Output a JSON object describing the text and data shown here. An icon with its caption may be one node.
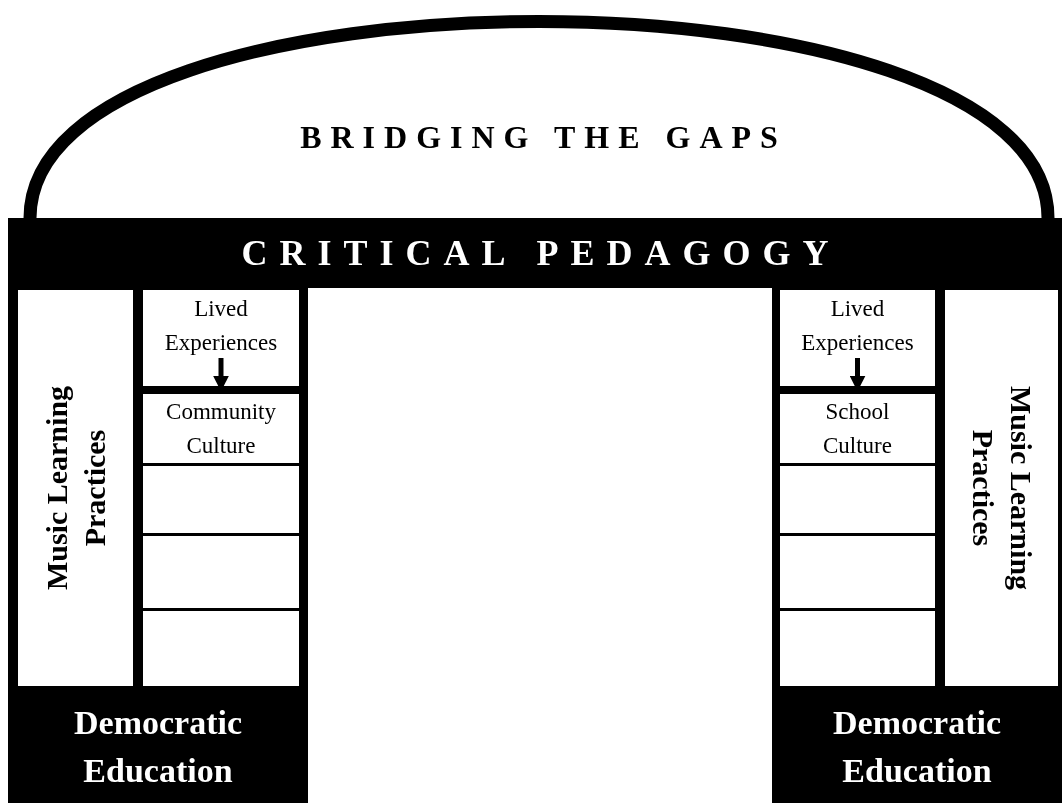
{
  "diagram": {
    "nodes": [
      {
        "text": [
          "BRIDGING THE GAPS"
        ]
      },
      {
        "text": [
          "CRITICAL PEDAGOGY"
        ]
      },
      {
        "text": [
          "Music Learning Practices"
        ]
      },
      {
        "text": [
          "Lived Experiences"
        ]
      },
      {
        "text": [
          "Community Culture"
        ]
      },
      {
        "text": [],
        "shape": "box"
      },
      {
        "text": [],
        "shape": "box"
      },
      {
        "text": [],
        "shape": "box"
      },
      {
        "text": [
          "Democratic Education"
        ]
      },
      {
        "text": [
          "Lived Experiences"
        ]
      },
      {
        "text": [
          "School Culture"
        ]
      },
      {
        "text": [],
        "shape": "box"
      },
      {
        "text": [],
        "shape": "box"
      },
      {
        "text": [],
        "shape": "box"
      },
      {
        "text": [
          "Music Learning Practices"
        ]
      },
      {
        "text": [
          "Democratic Education"
        ]
      }
    ],
    "edges": [
      {
        "from": 3,
        "to": 4,
        "arrow": "to"
      },
      {
        "from": 9,
        "to": 10,
        "arrow": "to"
      }
    ]
  }
}
